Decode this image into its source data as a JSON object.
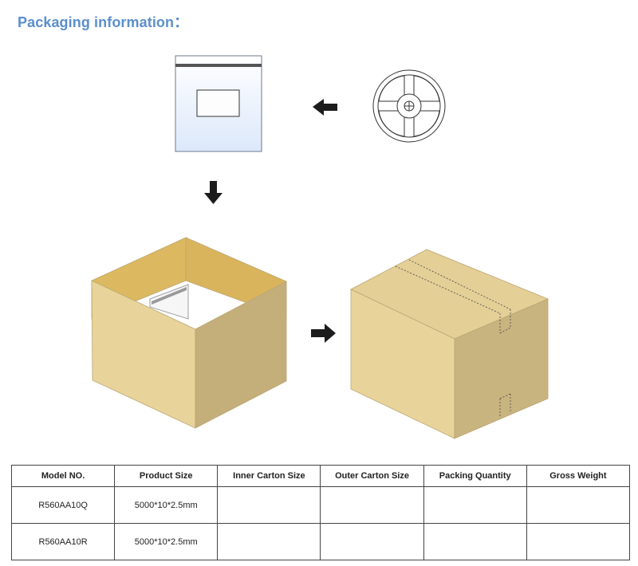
{
  "page": {
    "title": "Packaging information：",
    "title_color": "#5b8fcd"
  },
  "diagram": {
    "stages": [
      "reel",
      "anti-static bag",
      "inner carton",
      "sealed outer carton"
    ],
    "arrow_icon": "arrow-icon",
    "carton_color": "#e8d49a"
  },
  "table": {
    "headers": [
      "Model NO.",
      "Product Size",
      "Inner Carton Size",
      "Outer Carton Size",
      "Packing Quantity",
      "Gross Weight"
    ],
    "rows": [
      [
        "R560AA10Q",
        "5000*10*2.5mm",
        "",
        "",
        "",
        ""
      ],
      [
        "R560AA10R",
        "5000*10*2.5mm",
        "",
        "",
        "",
        ""
      ]
    ]
  }
}
